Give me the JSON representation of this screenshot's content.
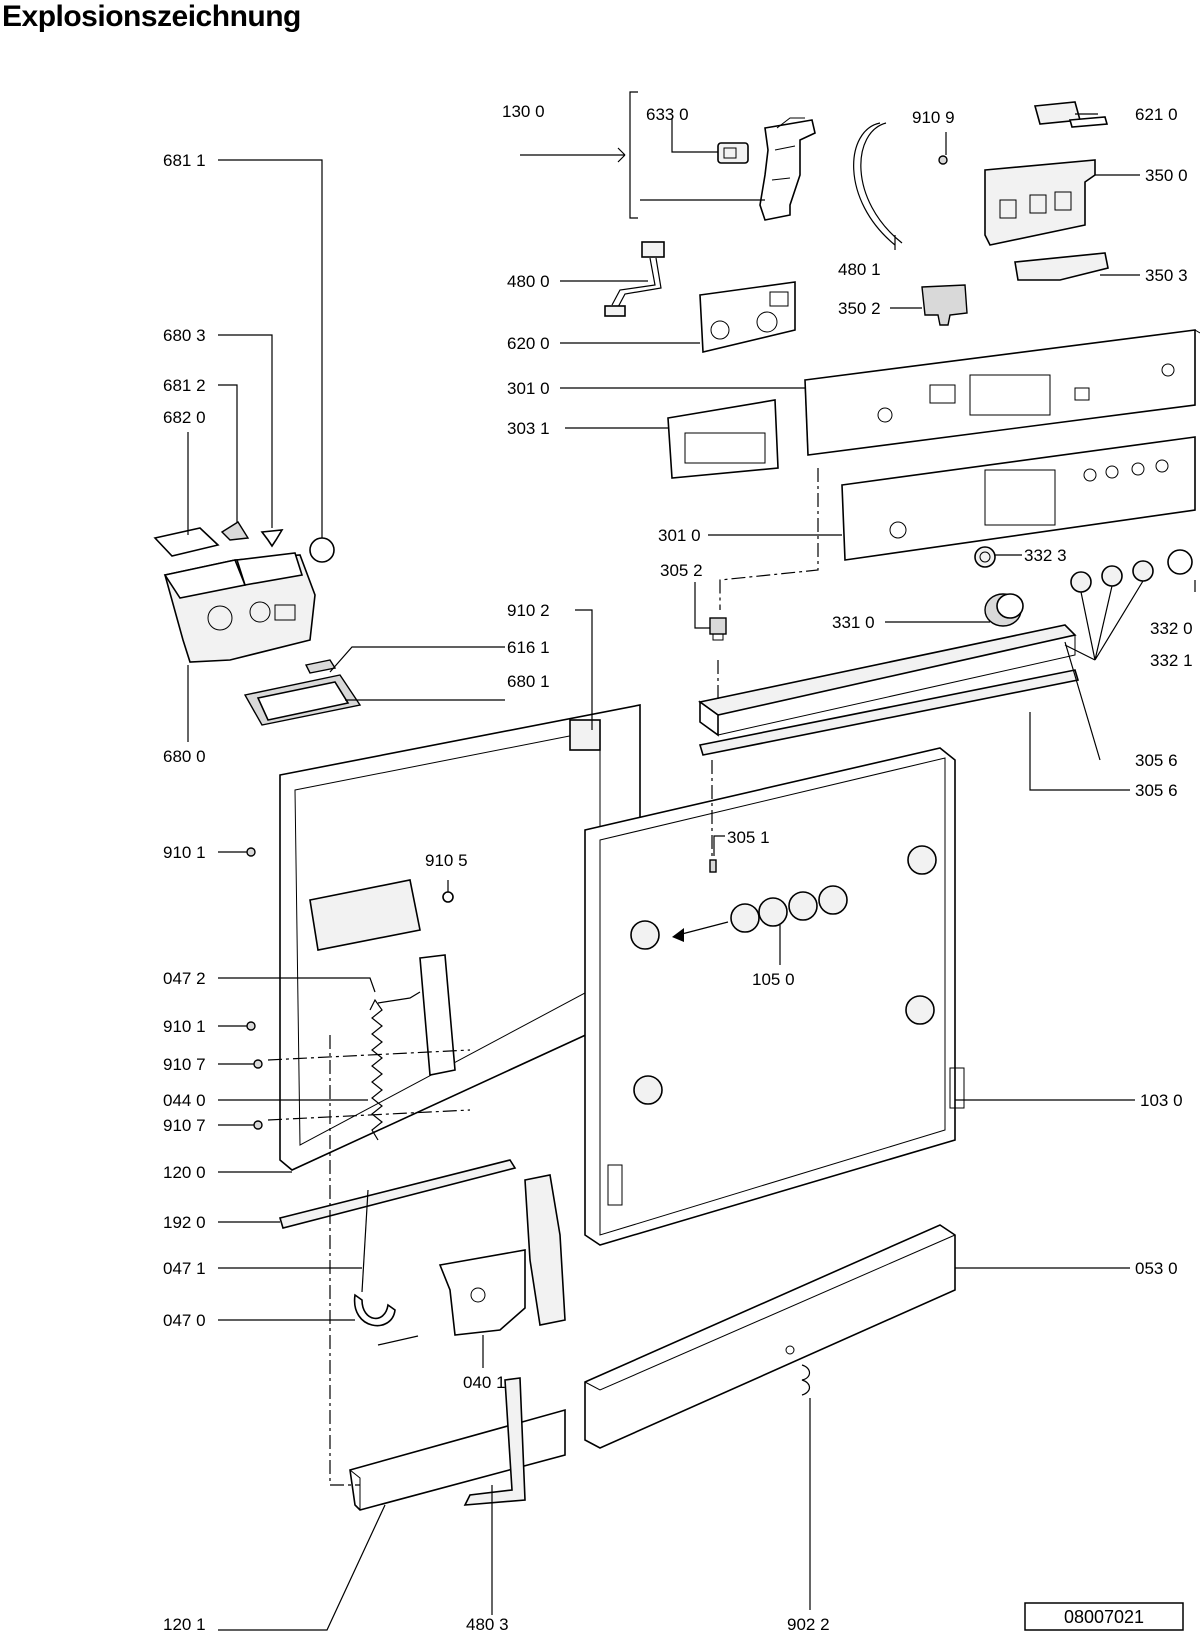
{
  "title": "Explosionszeichnung",
  "document_number": "08007021",
  "labels": {
    "l_1300": "130 0",
    "l_6330": "633 0",
    "l_9109": "910 9",
    "l_6210": "621 0",
    "l_3500": "350 0",
    "l_4800": "480 0",
    "l_4801": "480 1",
    "l_3503": "350 3",
    "l_3502": "350 2",
    "l_6811": "681 1",
    "l_6200": "620 0",
    "l_6803": "680 3",
    "l_3010a": "301 0",
    "l_6812": "681 2",
    "l_6820": "682 0",
    "l_3031": "303 1",
    "l_3010b": "301 0",
    "l_3323": "332 3",
    "l_3052": "305 2",
    "l_9102": "910 2",
    "l_3310": "331 0",
    "l_3320": "332 0",
    "l_6161": "616 1",
    "l_3321": "332 1",
    "l_6801": "680 1",
    "l_6800": "680 0",
    "l_3056a": "305 6",
    "l_3056b": "305 6",
    "l_9101a": "910 1",
    "l_9105": "910 5",
    "l_3051": "305 1",
    "l_0472": "047 2",
    "l_1050": "105 0",
    "l_9101b": "910 1",
    "l_9107a": "910 7",
    "l_0440": "044 0",
    "l_1030": "103 0",
    "l_9107b": "910 7",
    "l_1200": "120 0",
    "l_1920": "192 0",
    "l_0530": "053 0",
    "l_0471": "047 1",
    "l_0470": "047 0",
    "l_0401": "040 1",
    "l_1201": "120 1",
    "l_4803": "480 3",
    "l_9022": "902 2"
  }
}
